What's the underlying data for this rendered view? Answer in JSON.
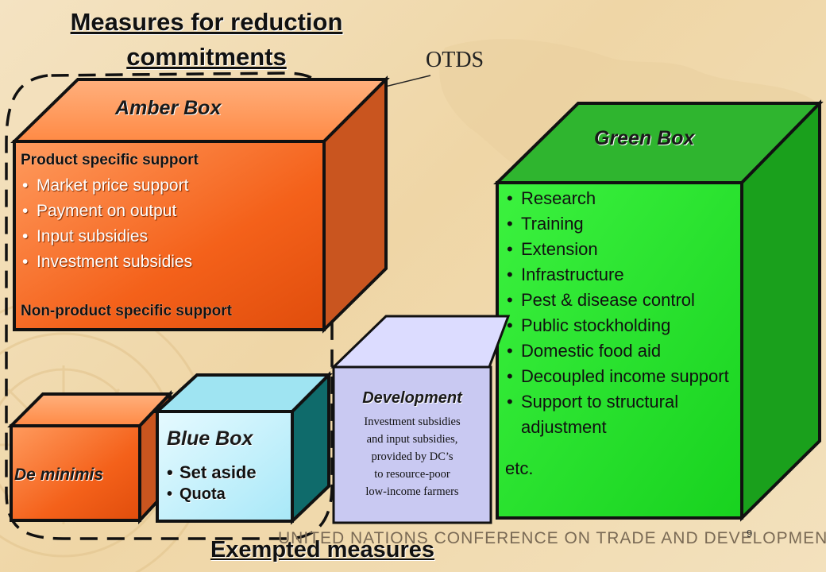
{
  "title": {
    "line1": "Measures for reduction",
    "line2": "commitments"
  },
  "otds_label": "OTDS",
  "amber_box": {
    "title": "Amber Box",
    "heading1": "Product specific support",
    "items": [
      "Market price support",
      "Payment on output",
      "Input subsidies",
      "Investment subsidies"
    ],
    "heading2": "Non-product specific support",
    "colors": {
      "front": "#f4611a",
      "top": "#ff9a5c",
      "side": "#c9551f"
    }
  },
  "green_box": {
    "title": "Green Box",
    "items": [
      "Research",
      "Training",
      "Extension",
      "Infrastructure",
      "Pest & disease control",
      "Public stockholding",
      "Domestic food aid",
      "Decoupled income support",
      "Support to structural adjustment"
    ],
    "footer": "etc.",
    "colors": {
      "front": "#22e02e",
      "top": "#2fb52f",
      "side": "#1aa01c"
    }
  },
  "de_minimis": {
    "label": "De minimis",
    "colors": {
      "front": "#f4611a",
      "top": "#ff9a5c",
      "side": "#c9551f"
    }
  },
  "blue_box": {
    "title": "Blue Box",
    "items": [
      "Set aside",
      "Quota"
    ],
    "colors": {
      "front": "#c8f2ff",
      "top": "#9fe4f2",
      "side": "#0f6b6b"
    }
  },
  "development": {
    "title": "Development",
    "lines": [
      "Investment subsidies",
      "and input subsidies,",
      "provided by DC’s",
      "to resource-poor",
      "low-income farmers"
    ],
    "colors": {
      "front": "#c9c9f2",
      "top": "#dcdcff",
      "side": "#8a8ad6"
    }
  },
  "footer_label": "Exempted measures",
  "branding": "UNITED NATIONS CONFERENCE ON TRADE AND DEVELOPMENT",
  "page_number": "9"
}
